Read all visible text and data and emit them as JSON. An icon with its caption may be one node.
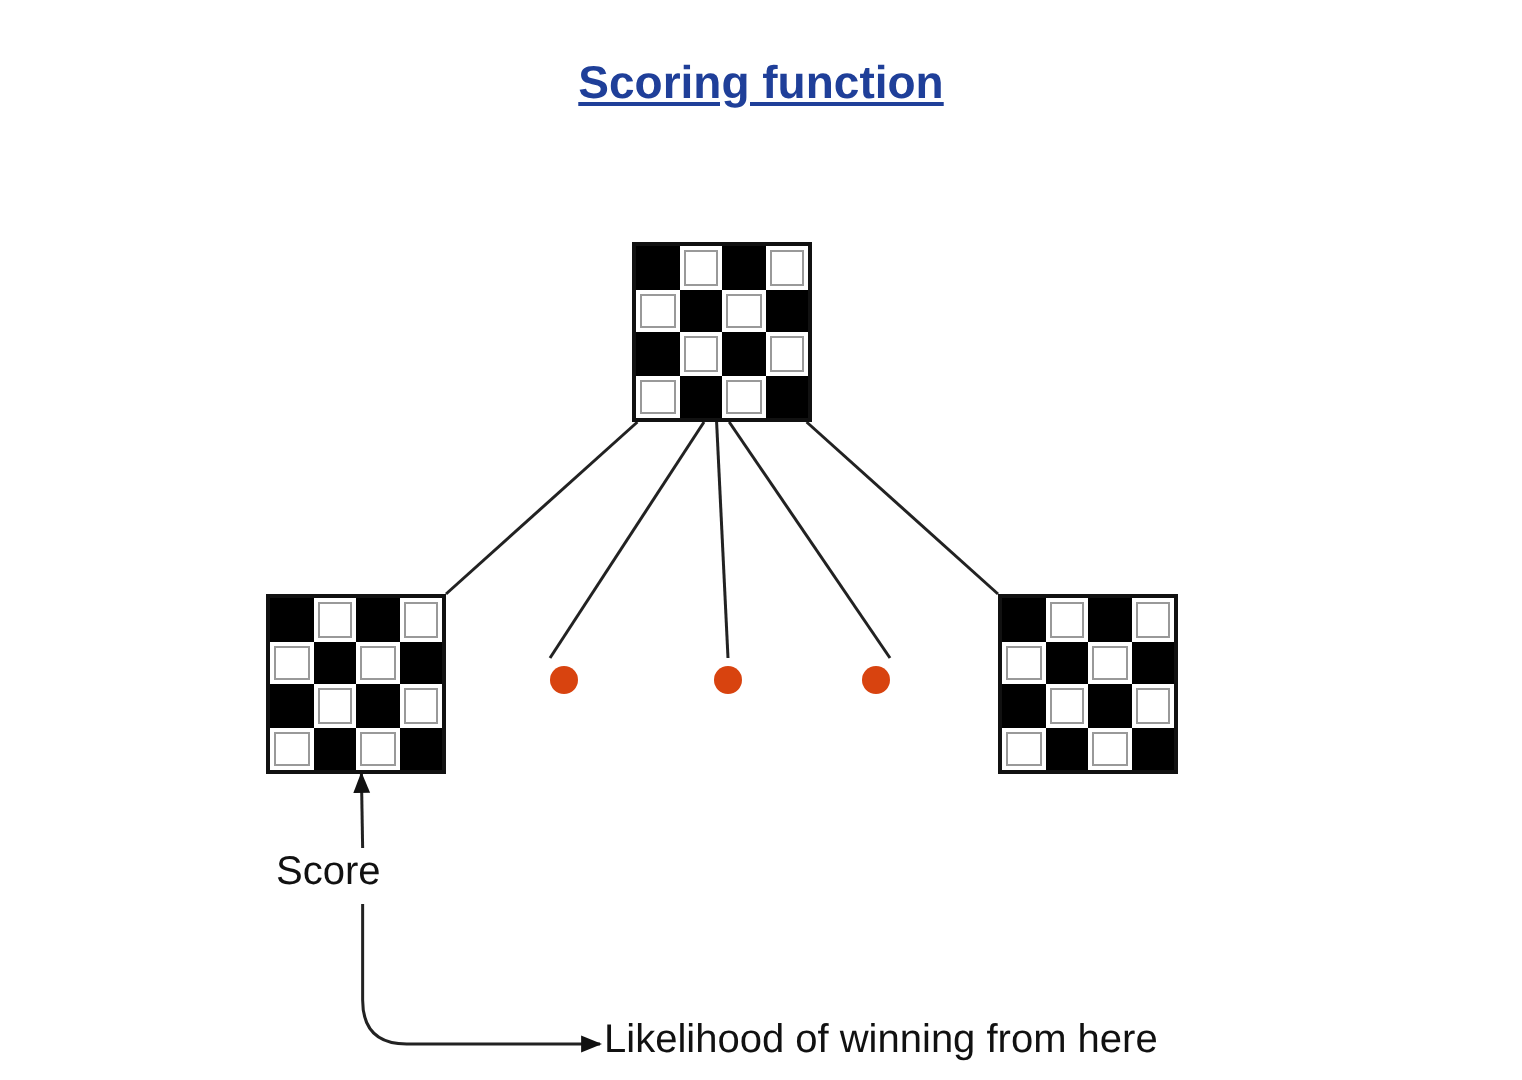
{
  "diagram": {
    "title": "Scoring function",
    "nodes": [
      {
        "text": [],
        "shape": "grid"
      },
      {
        "text": [],
        "shape": "grid"
      },
      {
        "text": [],
        "shape": "circle"
      },
      {
        "text": [],
        "shape": "circle"
      },
      {
        "text": [],
        "shape": "circle"
      },
      {
        "text": [],
        "shape": "grid"
      },
      {
        "text": [
          "Score"
        ]
      },
      {
        "text": [
          "Likelihood of winning from here"
        ]
      }
    ],
    "edges": [
      {
        "from": 0,
        "to": 1,
        "arrow": "none"
      },
      {
        "from": 0,
        "to": 2,
        "arrow": "none"
      },
      {
        "from": 0,
        "to": 3,
        "arrow": "none"
      },
      {
        "from": 0,
        "to": 4,
        "arrow": "none"
      },
      {
        "from": 0,
        "to": 5,
        "arrow": "none"
      },
      {
        "from": 6,
        "to": 1,
        "arrow": "to"
      },
      {
        "from": 6,
        "to": 7,
        "arrow": "to"
      }
    ]
  }
}
